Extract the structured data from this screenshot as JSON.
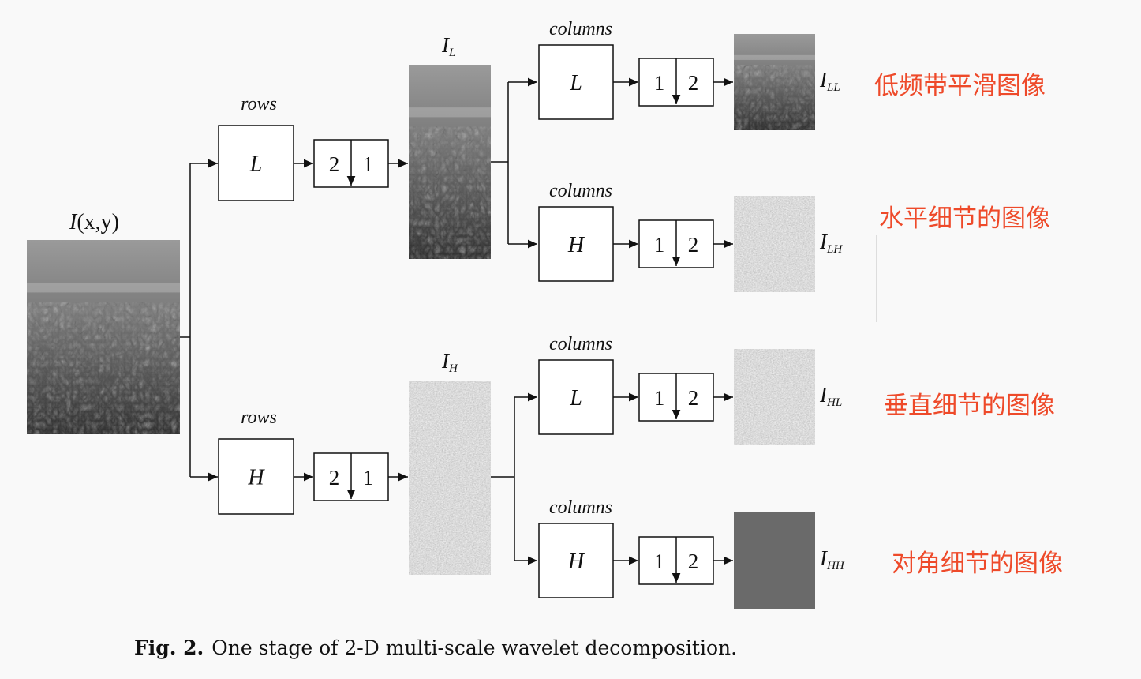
{
  "input": {
    "label_main": "I",
    "label_args": "(x,y)"
  },
  "stage_rows": [
    {
      "title": "rows",
      "filter": "L",
      "down_a": "2",
      "down_b": "1",
      "out_main": "I",
      "out_sub": "L"
    },
    {
      "title": "rows",
      "filter": "H",
      "down_a": "2",
      "down_b": "1",
      "out_main": "I",
      "out_sub": "H"
    }
  ],
  "stage_cols": [
    {
      "title": "columns",
      "filter": "L",
      "down_a": "1",
      "down_b": "2",
      "out_main": "I",
      "out_sub": "LL",
      "note": "低频带平滑图像",
      "texture": "city"
    },
    {
      "title": "columns",
      "filter": "H",
      "down_a": "1",
      "down_b": "2",
      "out_main": "I",
      "out_sub": "LH",
      "note": "水平细节的图像",
      "texture": "noise"
    },
    {
      "title": "columns",
      "filter": "L",
      "down_a": "1",
      "down_b": "2",
      "out_main": "I",
      "out_sub": "HL",
      "note": "垂直细节的图像",
      "texture": "noise"
    },
    {
      "title": "columns",
      "filter": "H",
      "down_a": "1",
      "down_b": "2",
      "out_main": "I",
      "out_sub": "HH",
      "note": "对角细节的图像",
      "texture": "flat"
    }
  ],
  "caption": {
    "label": "Fig. 2.",
    "text": "One stage of 2-D multi-scale wavelet decomposition."
  },
  "colors": {
    "annotation": "#ee4a2a",
    "line": "#111111"
  }
}
